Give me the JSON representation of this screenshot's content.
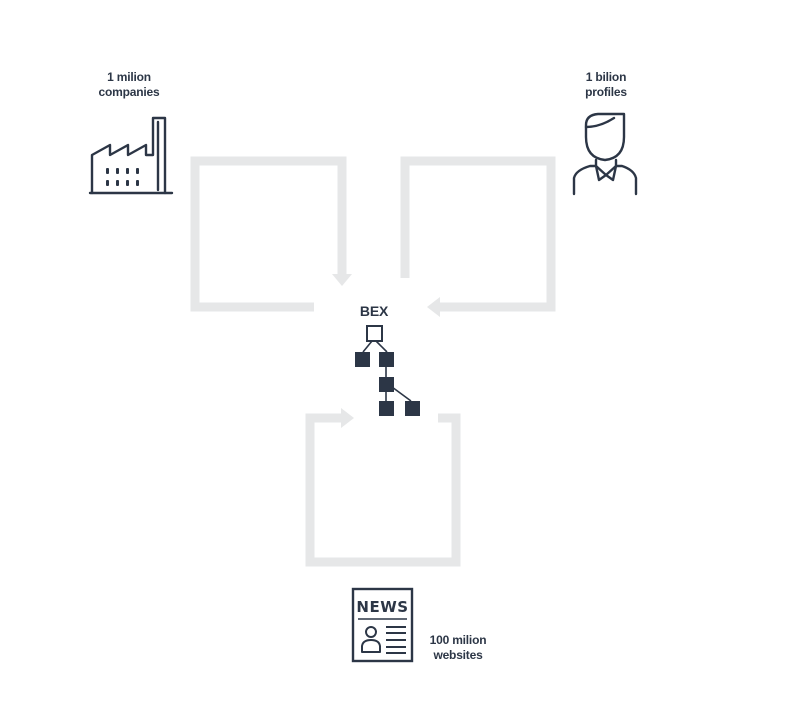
{
  "companies": {
    "line1": "1 milion",
    "line2": "companies",
    "icon": "factory-icon"
  },
  "profiles": {
    "line1": "1 bilion",
    "line2": "profiles",
    "icon": "person-icon"
  },
  "center": {
    "title": "BEX",
    "icon": "hierarchy-tree-icon"
  },
  "websites": {
    "line1": "100 milion",
    "line2": "websites",
    "icon": "newspaper-icon",
    "icon_text": "NEWS"
  },
  "colors": {
    "arrow": "#e6e7e8",
    "ink": "#2c3646"
  }
}
